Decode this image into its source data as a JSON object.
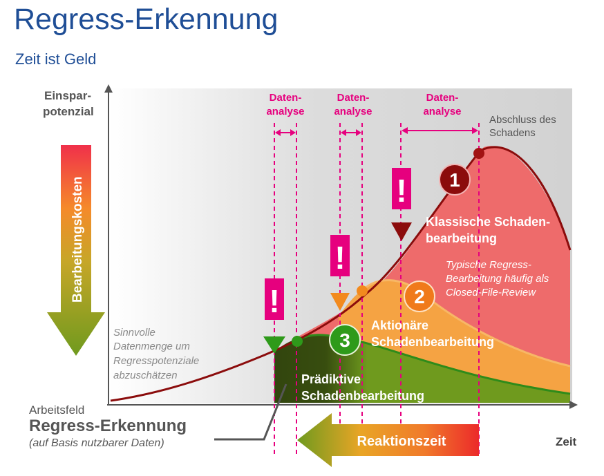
{
  "header": {
    "title": "Regress-Erkennung",
    "subtitle": "Zeit ist Geld"
  },
  "axes": {
    "y_label_line1": "Einspar-",
    "y_label_line2": "potenzial",
    "x_label": "Zeit"
  },
  "cost_arrow": {
    "label": "Bearbeitungskosten"
  },
  "data_analysis": {
    "line1": "Daten-",
    "line2": "analyse"
  },
  "completion": {
    "line1": "Abschluss des",
    "line2": "Schadens"
  },
  "curves": {
    "classic": {
      "number": "1",
      "line1": "Klassische Schaden-",
      "line2": "bearbeitung",
      "note1": "Typische Regress-",
      "note2": "Bearbeitung häufig als",
      "note3": "Closed-File-Review"
    },
    "actionary": {
      "number": "2",
      "line1": "Aktionäre",
      "line2": "Schadenbearbeitung"
    },
    "predictive": {
      "number": "3",
      "line1": "Prädiktive",
      "line2": "Schadenbearbeitung"
    }
  },
  "alert": {
    "symbol": "!"
  },
  "data_hint": {
    "line1": "Sinnvolle",
    "line2": "Datenmenge um",
    "line3": "Regresspotenziale",
    "line4": "abzuschätzen"
  },
  "workfield": {
    "line1": "Arbeitsfeld",
    "line2": "Regress-Erkennung",
    "line3": "(auf Basis nutzbarer Daten)"
  },
  "reaction": {
    "label": "Reaktionszeit"
  },
  "colors": {
    "title_blue": "#1f4e96",
    "magenta": "#e6007e",
    "dark_red": "#8b0c0c",
    "red_fill": "#ee6b6b",
    "orange": "#f28a1e",
    "green": "#2e8b1a",
    "dark_green": "#3d4a14"
  }
}
